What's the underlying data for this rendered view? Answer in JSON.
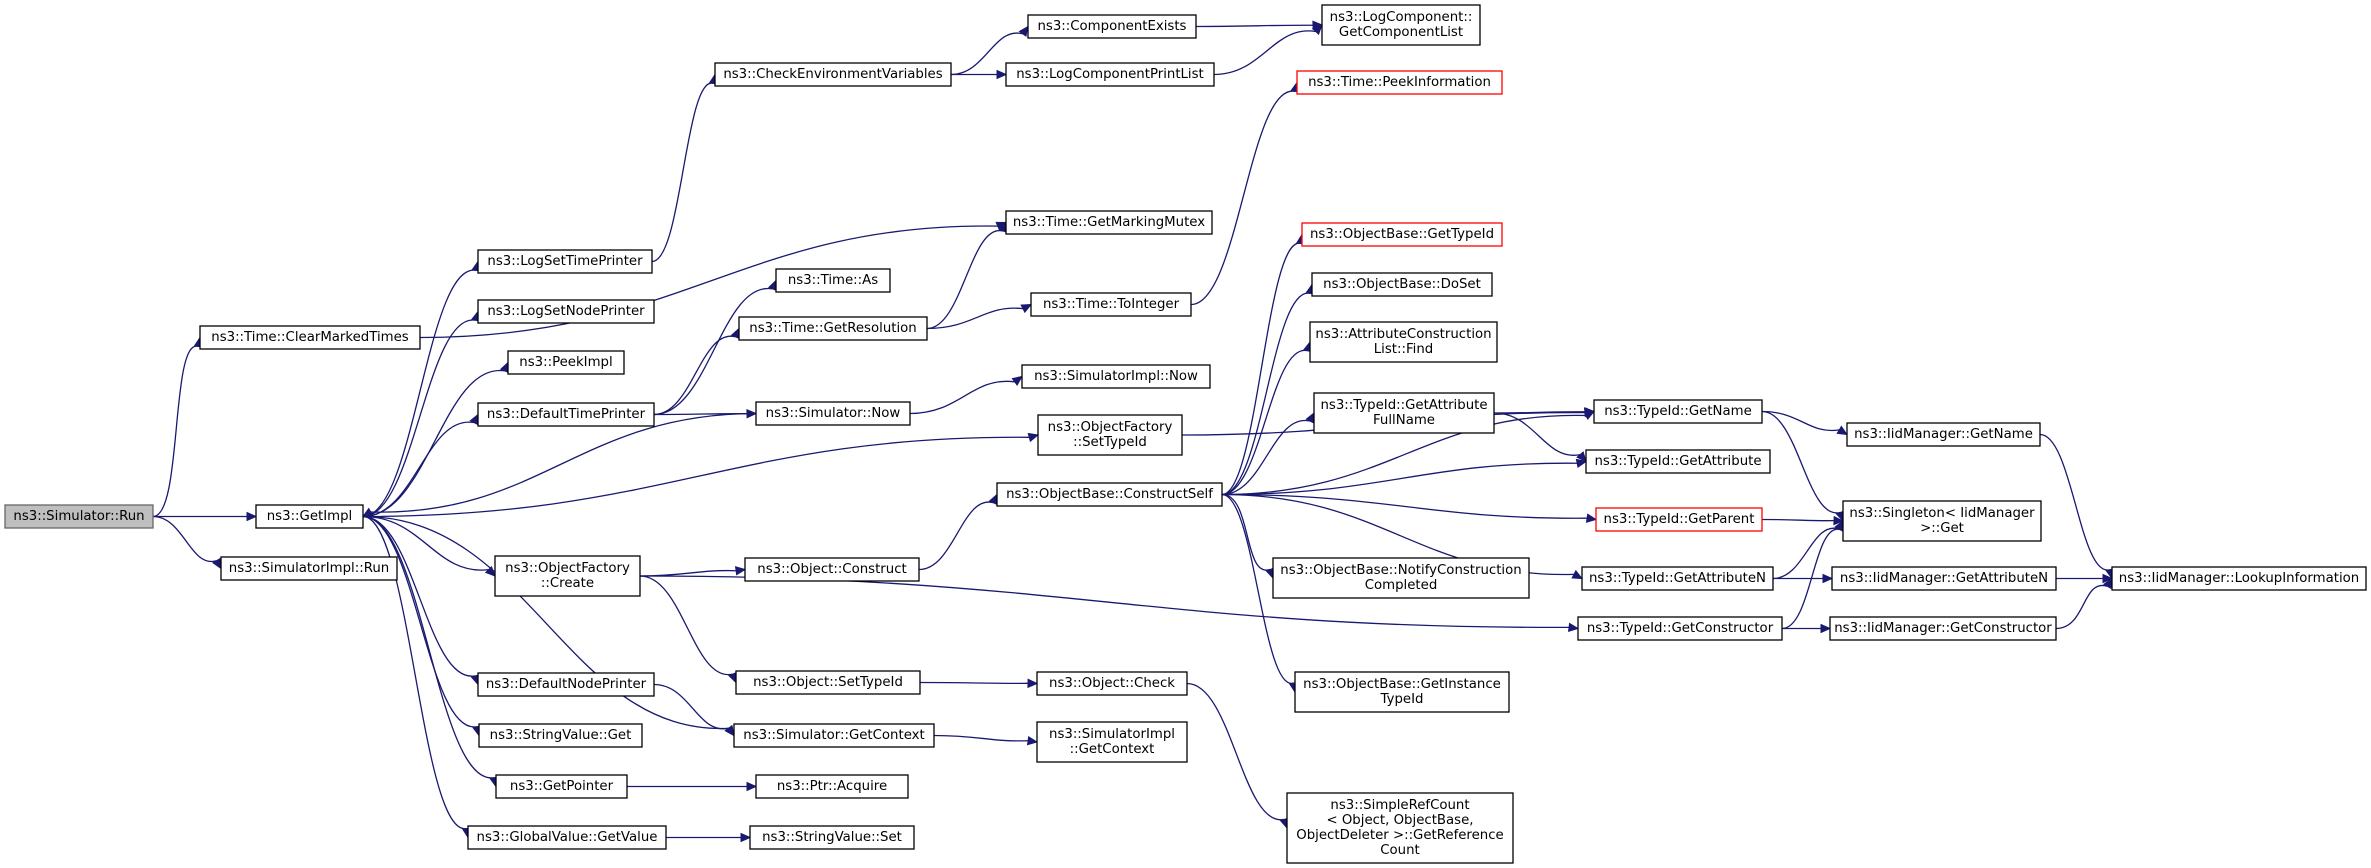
{
  "diagram": {
    "type": "call-graph",
    "colors": {
      "edge": "#191970",
      "node_border": "#000000",
      "root_fill": "#bfbfbf",
      "highlight_border": "#ff0000"
    },
    "nodes": {
      "run": {
        "lines": [
          "ns3::Simulator::Run"
        ],
        "style": "root"
      },
      "getimpl": {
        "lines": [
          "ns3::GetImpl"
        ]
      },
      "simimplrun": {
        "lines": [
          "ns3::SimulatorImpl::Run"
        ]
      },
      "clearmarked": {
        "lines": [
          "ns3::Time::ClearMarkedTimes"
        ]
      },
      "getmarkingmutex": {
        "lines": [
          "ns3::Time::GetMarkingMutex"
        ]
      },
      "logsettime": {
        "lines": [
          "ns3::LogSetTimePrinter"
        ]
      },
      "checkenv": {
        "lines": [
          "ns3::CheckEnvironmentVariables"
        ]
      },
      "compexists": {
        "lines": [
          "ns3::ComponentExists"
        ]
      },
      "logcompprint": {
        "lines": [
          "ns3::LogComponentPrintList"
        ]
      },
      "getcomplist": {
        "lines": [
          "ns3::LogComponent::",
          "GetComponentList"
        ]
      },
      "logsetnode": {
        "lines": [
          "ns3::LogSetNodePrinter"
        ]
      },
      "peekimpl": {
        "lines": [
          "ns3::PeekImpl"
        ]
      },
      "deftime": {
        "lines": [
          "ns3::DefaultTimePrinter"
        ]
      },
      "timeas": {
        "lines": [
          "ns3::Time::As"
        ]
      },
      "getres": {
        "lines": [
          "ns3::Time::GetResolution"
        ]
      },
      "tointeger": {
        "lines": [
          "ns3::Time::ToInteger"
        ]
      },
      "peekinfo": {
        "lines": [
          "ns3::Time::PeekInformation"
        ],
        "style": "highlight"
      },
      "simnow": {
        "lines": [
          "ns3::Simulator::Now"
        ]
      },
      "simimplnow": {
        "lines": [
          "ns3::SimulatorImpl::Now"
        ]
      },
      "ofsettypeid": {
        "lines": [
          "ns3::ObjectFactory",
          "::SetTypeId"
        ]
      },
      "ofcreate": {
        "lines": [
          "ns3::ObjectFactory",
          "::Create"
        ]
      },
      "objconstruct": {
        "lines": [
          "ns3::Object::Construct"
        ]
      },
      "constructself": {
        "lines": [
          "ns3::ObjectBase::ConstructSelf"
        ]
      },
      "obgettypeid": {
        "lines": [
          "ns3::ObjectBase::GetTypeId"
        ],
        "style": "highlight"
      },
      "obdoset": {
        "lines": [
          "ns3::ObjectBase::DoSet"
        ]
      },
      "acfind": {
        "lines": [
          "ns3::AttributeConstruction",
          "List::Find"
        ]
      },
      "tgetattrfull": {
        "lines": [
          "ns3::TypeId::GetAttribute",
          "FullName"
        ]
      },
      "tgetname": {
        "lines": [
          "ns3::TypeId::GetName"
        ]
      },
      "tgetattr": {
        "lines": [
          "ns3::TypeId::GetAttribute"
        ]
      },
      "tgetparent": {
        "lines": [
          "ns3::TypeId::GetParent"
        ],
        "style": "highlight"
      },
      "notifycons": {
        "lines": [
          "ns3::ObjectBase::NotifyConstruction",
          "Completed"
        ]
      },
      "tgetattrn": {
        "lines": [
          "ns3::TypeId::GetAttributeN"
        ]
      },
      "tgetctor": {
        "lines": [
          "ns3::TypeId::GetConstructor"
        ]
      },
      "getinsttid": {
        "lines": [
          "ns3::ObjectBase::GetInstance",
          "TypeId"
        ]
      },
      "singletonget": {
        "lines": [
          "ns3::Singleton< IidManager",
          ">::Get"
        ]
      },
      "iidgetname": {
        "lines": [
          "ns3::IidManager::GetName"
        ]
      },
      "iidgetattrn": {
        "lines": [
          "ns3::IidManager::GetAttributeN"
        ]
      },
      "iidgetctor": {
        "lines": [
          "ns3::IidManager::GetConstructor"
        ]
      },
      "iidlookup": {
        "lines": [
          "ns3::IidManager::LookupInformation"
        ]
      },
      "objsettypeid": {
        "lines": [
          "ns3::Object::SetTypeId"
        ]
      },
      "objcheck": {
        "lines": [
          "ns3::Object::Check"
        ]
      },
      "simplerefcount": {
        "lines": [
          "ns3::SimpleRefCount",
          "< Object, ObjectBase,",
          "ObjectDeleter >::GetReference",
          "Count"
        ]
      },
      "defnode": {
        "lines": [
          "ns3::DefaultNodePrinter"
        ]
      },
      "simgetctx": {
        "lines": [
          "ns3::Simulator::GetContext"
        ]
      },
      "simimplgetctx": {
        "lines": [
          "ns3::SimulatorImpl",
          "::GetContext"
        ]
      },
      "strvalget": {
        "lines": [
          "ns3::StringValue::Get"
        ]
      },
      "getpointer": {
        "lines": [
          "ns3::GetPointer"
        ]
      },
      "ptracquire": {
        "lines": [
          "ns3::Ptr::Acquire"
        ]
      },
      "gvgetvalue": {
        "lines": [
          "ns3::GlobalValue::GetValue"
        ]
      },
      "strvalset": {
        "lines": [
          "ns3::StringValue::Set"
        ]
      }
    },
    "edges": [
      [
        "run",
        "getimpl"
      ],
      [
        "run",
        "simimplrun"
      ],
      [
        "run",
        "clearmarked"
      ],
      [
        "clearmarked",
        "getmarkingmutex"
      ],
      [
        "getimpl",
        "logsettime"
      ],
      [
        "getimpl",
        "logsetnode"
      ],
      [
        "getimpl",
        "peekimpl"
      ],
      [
        "getimpl",
        "deftime"
      ],
      [
        "getimpl",
        "ofcreate"
      ],
      [
        "getimpl",
        "defnode"
      ],
      [
        "getimpl",
        "simgetctx"
      ],
      [
        "getimpl",
        "strvalget"
      ],
      [
        "getimpl",
        "getpointer"
      ],
      [
        "getimpl",
        "gvgetvalue"
      ],
      [
        "getimpl",
        "ofsettypeid"
      ],
      [
        "logsettime",
        "checkenv"
      ],
      [
        "checkenv",
        "compexists"
      ],
      [
        "checkenv",
        "logcompprint"
      ],
      [
        "compexists",
        "getcomplist"
      ],
      [
        "logcompprint",
        "getcomplist"
      ],
      [
        "deftime",
        "timeas"
      ],
      [
        "deftime",
        "getres"
      ],
      [
        "deftime",
        "simnow"
      ],
      [
        "getres",
        "getmarkingmutex"
      ],
      [
        "getres",
        "tointeger"
      ],
      [
        "tointeger",
        "peekinfo"
      ],
      [
        "simnow",
        "simimplnow"
      ],
      [
        "simnow",
        "getimpl"
      ],
      [
        "ofsettypeid",
        "tgetname"
      ],
      [
        "ofcreate",
        "objconstruct"
      ],
      [
        "ofcreate",
        "objsettypeid"
      ],
      [
        "ofcreate",
        "tgetctor"
      ],
      [
        "objconstruct",
        "constructself"
      ],
      [
        "constructself",
        "obgettypeid"
      ],
      [
        "constructself",
        "obdoset"
      ],
      [
        "constructself",
        "acfind"
      ],
      [
        "constructself",
        "tgetattrfull"
      ],
      [
        "constructself",
        "tgetattr"
      ],
      [
        "constructself",
        "tgetparent"
      ],
      [
        "constructself",
        "notifycons"
      ],
      [
        "constructself",
        "tgetattrn"
      ],
      [
        "constructself",
        "getinsttid"
      ],
      [
        "constructself",
        "tgetname"
      ],
      [
        "tgetattrfull",
        "tgetname"
      ],
      [
        "tgetattrfull",
        "tgetattr"
      ],
      [
        "tgetname",
        "iidgetname"
      ],
      [
        "tgetname",
        "singletonget"
      ],
      [
        "tgetparent",
        "singletonget"
      ],
      [
        "tgetattrn",
        "iidgetattrn"
      ],
      [
        "tgetattrn",
        "singletonget"
      ],
      [
        "tgetctor",
        "iidgetctor"
      ],
      [
        "tgetctor",
        "singletonget"
      ],
      [
        "iidgetname",
        "iidlookup"
      ],
      [
        "iidgetattrn",
        "iidlookup"
      ],
      [
        "iidgetctor",
        "iidlookup"
      ],
      [
        "objsettypeid",
        "objcheck"
      ],
      [
        "objcheck",
        "simplerefcount"
      ],
      [
        "defnode",
        "simgetctx"
      ],
      [
        "simgetctx",
        "simimplgetctx"
      ],
      [
        "getpointer",
        "ptracquire"
      ],
      [
        "gvgetvalue",
        "strvalset"
      ]
    ]
  }
}
